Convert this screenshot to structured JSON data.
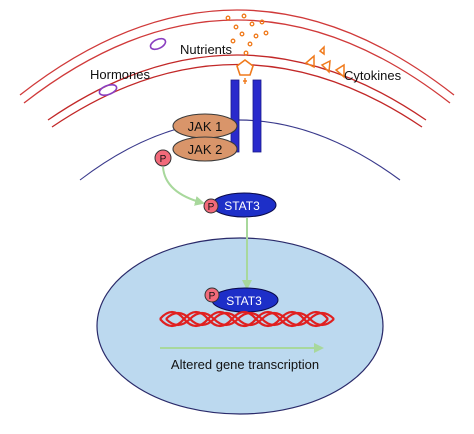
{
  "labels": {
    "nutrients": "Nutrients",
    "hormones": "Hormones",
    "cytokines": "Cytokines",
    "jak1": "JAK 1",
    "jak2": "JAK 2",
    "phospho": "P",
    "stat3_cytoplasm": "STAT3",
    "stat3_nucleus": "STAT3",
    "transcription": "Altered gene transcription"
  },
  "colors": {
    "membrane": "#c0202a",
    "inner_membrane": "#3a3a8c",
    "nucleus_fill": "#bcd9ef",
    "jak_fill": "#d9956a",
    "stat_fill": "#1d2fc8",
    "phospho_fill": "#f26a7a",
    "receptor": "#2a2acc",
    "ligand_orange": "#f07a1c",
    "hormone_purple": "#8a3fc0",
    "arrow_green": "#a8d89c",
    "dna_red": "#e02020"
  },
  "icons": {
    "receptor": "receptor-icon",
    "hormone": "hormone-oval-icon",
    "nutrient": "nutrient-dot-icon",
    "cytokine": "cytokine-triangle-icon",
    "ligand": "ligand-pentagon-icon",
    "dna": "dna-helix-icon"
  }
}
